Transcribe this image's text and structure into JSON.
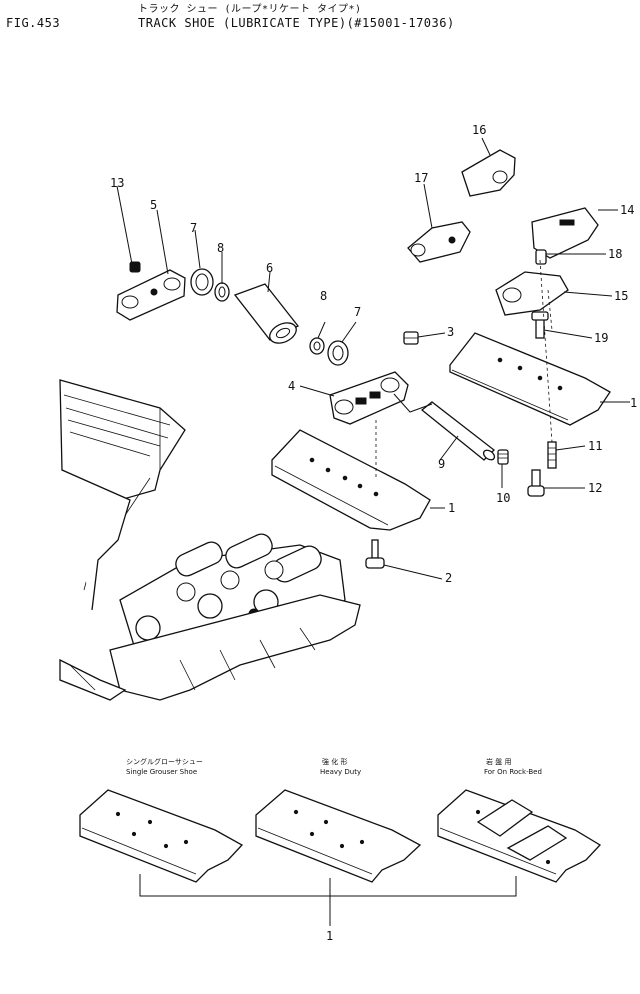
{
  "header": {
    "figure": "FIG.453",
    "title_jp": "トラック シュー (ループ*リケート タイプ*)",
    "title_en": "TRACK SHOE (LUBRICATE TYPE)(#15001-17036)"
  },
  "callouts": [
    "1",
    "1",
    "1",
    "2",
    "3",
    "4",
    "5",
    "6",
    "7",
    "7",
    "8",
    "8",
    "9",
    "10",
    "11",
    "12",
    "13",
    "14",
    "15",
    "16",
    "17",
    "18",
    "19"
  ],
  "variants": [
    {
      "jp": "シングルグローサシュー",
      "en": "Single Grouser Shoe"
    },
    {
      "jp": "強 化 形",
      "en": "Heavy Duty"
    },
    {
      "jp": "岩 盤 用",
      "en": "For On Rock-Bed"
    }
  ],
  "bottom_callout": "1"
}
